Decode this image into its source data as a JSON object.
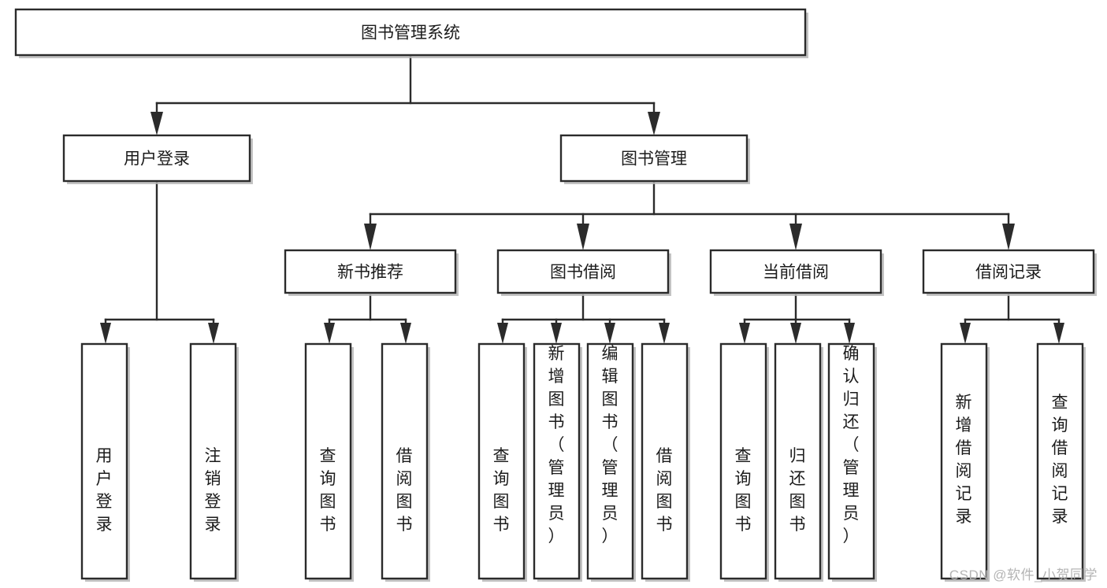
{
  "diagram": {
    "title": "图书管理系统",
    "type": "tree",
    "orientation": "top-down",
    "root": {
      "id": "root",
      "label": "图书管理系统",
      "text_orientation": "horizontal"
    },
    "level2": [
      {
        "id": "user-login",
        "label": "用户登录",
        "text_orientation": "horizontal"
      },
      {
        "id": "book-management",
        "label": "图书管理",
        "text_orientation": "horizontal"
      }
    ],
    "level3": [
      {
        "id": "new-book-recommend",
        "label": "新书推荐",
        "parent": "book-management",
        "text_orientation": "horizontal"
      },
      {
        "id": "book-borrow",
        "label": "图书借阅",
        "parent": "book-management",
        "text_orientation": "horizontal"
      },
      {
        "id": "current-borrow",
        "label": "当前借阅",
        "parent": "book-management",
        "text_orientation": "horizontal"
      },
      {
        "id": "borrow-record",
        "label": "借阅记录",
        "parent": "book-management",
        "text_orientation": "horizontal"
      }
    ],
    "leaves": [
      {
        "id": "leaf-user-login",
        "label": "用户登录",
        "parent": "user-login",
        "text_orientation": "vertical"
      },
      {
        "id": "leaf-user-logout",
        "label": "注销登录",
        "parent": "user-login",
        "text_orientation": "vertical"
      },
      {
        "id": "leaf-query-book-recommend",
        "label": "查询图书",
        "parent": "new-book-recommend",
        "text_orientation": "vertical"
      },
      {
        "id": "leaf-borrow-book-recommend",
        "label": "借阅图书",
        "parent": "new-book-recommend",
        "text_orientation": "vertical"
      },
      {
        "id": "leaf-query-book-borrow",
        "label": "查询图书",
        "parent": "book-borrow",
        "text_orientation": "vertical"
      },
      {
        "id": "leaf-add-book-admin",
        "label": "新增图书（管理员）",
        "parent": "book-borrow",
        "text_orientation": "vertical"
      },
      {
        "id": "leaf-edit-book-admin",
        "label": "编辑图书（管理员）",
        "parent": "book-borrow",
        "text_orientation": "vertical"
      },
      {
        "id": "leaf-borrow-book",
        "label": "借阅图书",
        "parent": "book-borrow",
        "text_orientation": "vertical"
      },
      {
        "id": "leaf-query-book-current",
        "label": "查询图书",
        "parent": "current-borrow",
        "text_orientation": "vertical"
      },
      {
        "id": "leaf-return-book",
        "label": "归还图书",
        "parent": "current-borrow",
        "text_orientation": "vertical"
      },
      {
        "id": "leaf-confirm-return-admin",
        "label": "确认归还（管理员）",
        "parent": "current-borrow",
        "text_orientation": "vertical"
      },
      {
        "id": "leaf-add-borrow-record",
        "label": "新增借阅记录",
        "parent": "borrow-record",
        "text_orientation": "vertical"
      },
      {
        "id": "leaf-query-borrow-record",
        "label": "查询借阅记录",
        "parent": "borrow-record",
        "text_orientation": "vertical"
      }
    ],
    "colors": {
      "box_stroke": "#2b2b2b",
      "box_fill": "#ffffff",
      "edge": "#2b2b2b",
      "text": "#1b1b1b",
      "watermark": "#b4b4b4",
      "background": "#ffffff"
    }
  },
  "watermark": {
    "text": "CSDN @软件_小贺同学"
  }
}
